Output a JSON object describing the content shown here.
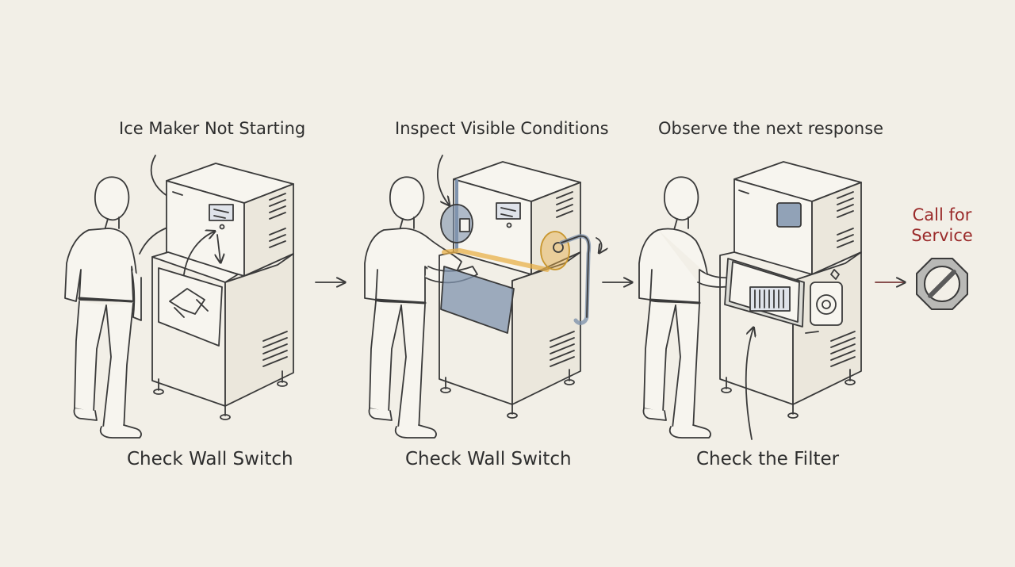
{
  "steps": [
    {
      "top_label": "Ice Maker Not Starting",
      "bottom_label": "Check Wall Switch"
    },
    {
      "top_label": "Inspect Visible Conditions",
      "bottom_label": "Check Wall Switch"
    },
    {
      "top_label": "Observe the next response",
      "bottom_label": "Check the Filter"
    }
  ],
  "outcome": {
    "label": "Call for Service"
  },
  "colors": {
    "background": "#f2efe7",
    "line": "#3a3a3a",
    "highlight_blue": "#7f93ad",
    "highlight_yellow": "#e8b04a",
    "service_red": "#9a2a2a"
  },
  "icons": [
    "person-figure",
    "ice-machine",
    "arrow-right-icon",
    "no-entry-icon"
  ]
}
